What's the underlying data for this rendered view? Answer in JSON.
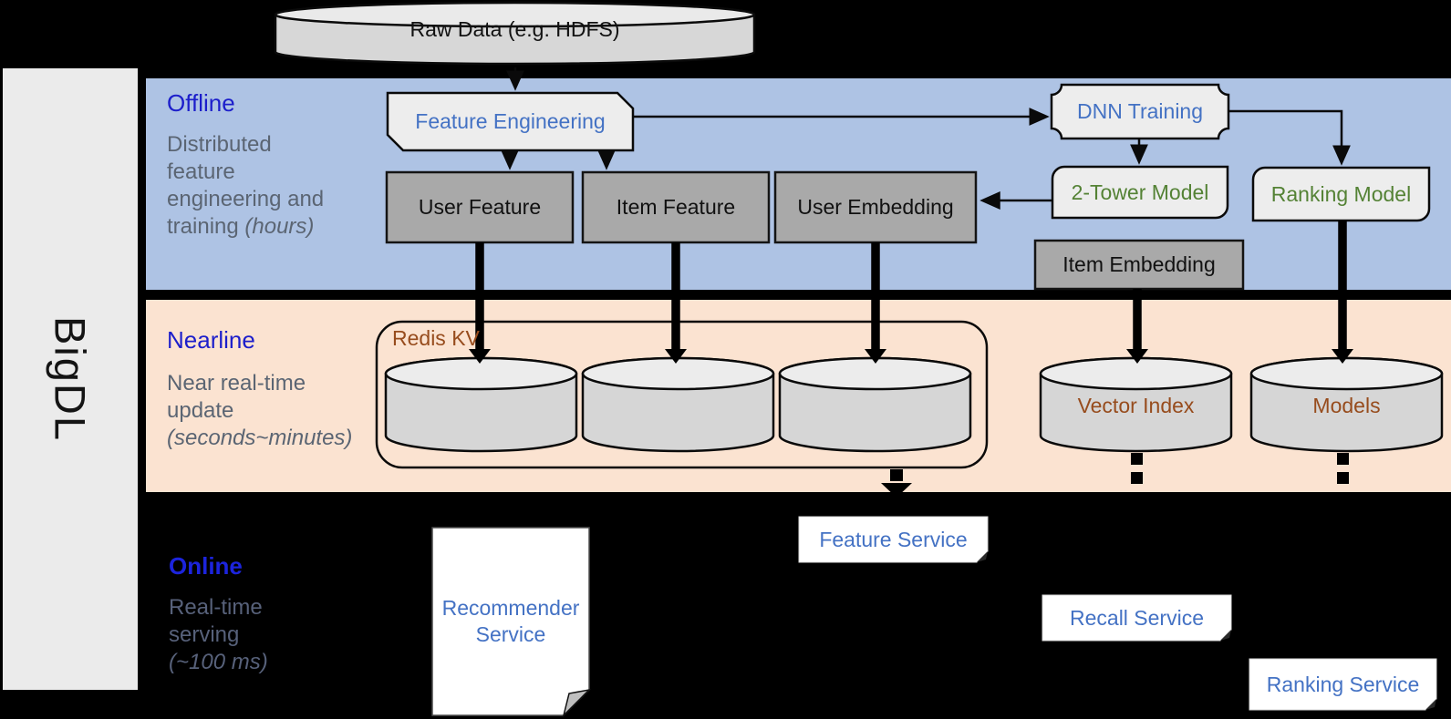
{
  "colors": {
    "offline_band": "#aec3e4",
    "nearline_band": "#fbe3d1",
    "section_title_blue": "#1c1ecb",
    "subtitle_gray": "#5b6573",
    "node_text_blue": "#4472c4",
    "node_text_green": "#548235",
    "store_text_brown": "#974c1d",
    "dark_node_fill": "#a9a9a9",
    "light_node_fill": "#ededed"
  },
  "sidebar": {
    "brand": "BigDL"
  },
  "datasource": {
    "raw_data": "Raw Data (e.g. HDFS)"
  },
  "offline": {
    "title": "Offline",
    "subtitle": [
      "Distributed",
      "feature",
      "engineering and"
    ],
    "subtitle_last": "training ",
    "subtitle_last_italic": "(hours)",
    "feature_engineering": "Feature Engineering",
    "dnn_training": "DNN Training",
    "user_feature": "User Feature",
    "item_feature": "Item Feature",
    "user_embedding": "User Embedding",
    "two_tower_model": "2-Tower Model",
    "ranking_model": "Ranking Model",
    "item_embedding": "Item Embedding"
  },
  "nearline": {
    "title": "Nearline",
    "subtitle": [
      "Near real-time",
      "update"
    ],
    "subtitle_italic": "(seconds~minutes)",
    "redis_kv": "Redis KV",
    "vector_index": "Vector Index",
    "models": "Models"
  },
  "online": {
    "title": "Online",
    "subtitle": [
      "Real-time",
      "serving"
    ],
    "subtitle_italic": "(~100 ms)",
    "recommender_service_line1": "Recommender",
    "recommender_service_line2": "Service",
    "feature_service": "Feature Service",
    "recall_service": "Recall Service",
    "ranking_service": "Ranking Service"
  }
}
